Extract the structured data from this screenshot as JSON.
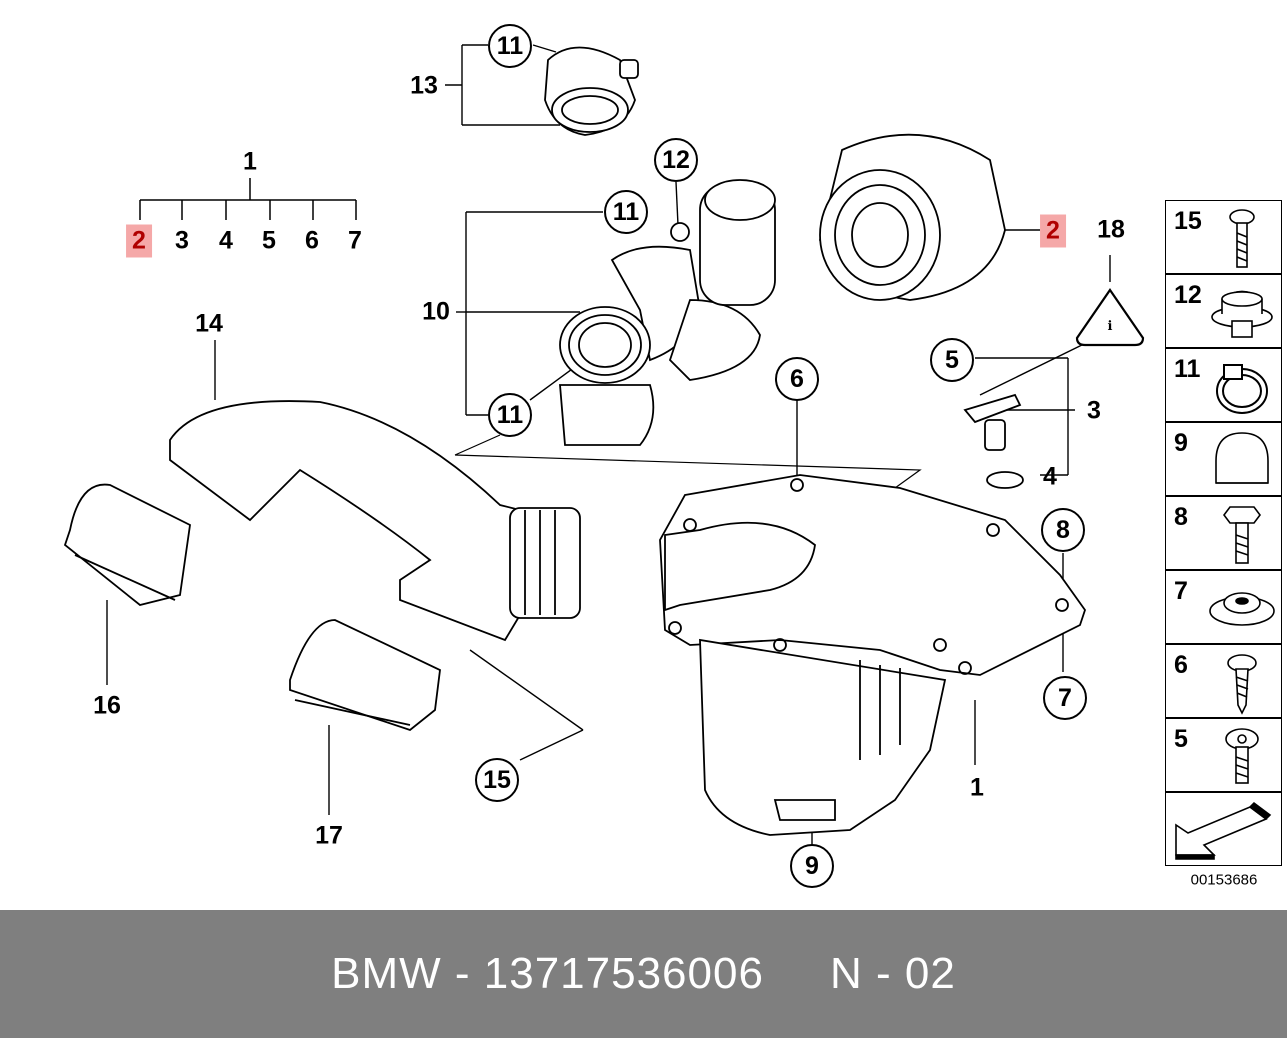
{
  "callouts": {
    "c1_top": "1",
    "c2_left": "2",
    "c3_left": "3",
    "c4_left": "4",
    "c5_left": "5",
    "c6_left": "6",
    "c7_left": "7",
    "c13": "13",
    "c11_a": "11",
    "c12": "12",
    "c11_b": "11",
    "c10": "10",
    "c11_c": "11",
    "c2_right": "2",
    "c18": "18",
    "c14": "14",
    "c5": "5",
    "c3": "3",
    "c4": "4",
    "c6": "6",
    "c8": "8",
    "c7": "7",
    "c1_bottom": "1",
    "c9": "9",
    "c16": "16",
    "c17": "17",
    "c15": "15"
  },
  "legend": [
    {
      "num": "15",
      "icon": "torx-screw-icon"
    },
    {
      "num": "12",
      "icon": "rubber-grommet-icon"
    },
    {
      "num": "11",
      "icon": "hose-clamp-icon"
    },
    {
      "num": "9",
      "icon": "rubber-cap-icon"
    },
    {
      "num": "8",
      "icon": "hex-bolt-icon"
    },
    {
      "num": "7",
      "icon": "rubber-mount-icon"
    },
    {
      "num": "6",
      "icon": "self-tapping-screw-icon"
    },
    {
      "num": "5",
      "icon": "torx-bolt-icon"
    },
    {
      "num": "",
      "icon": "arrow-icon"
    }
  ],
  "doc_number": "00153686",
  "caption": "BMW - 13717536006     N - 02",
  "colors": {
    "highlight_bg": "#f5a8a8",
    "highlight_text": "#b00000",
    "caption_bar": "#7f7f7f"
  }
}
